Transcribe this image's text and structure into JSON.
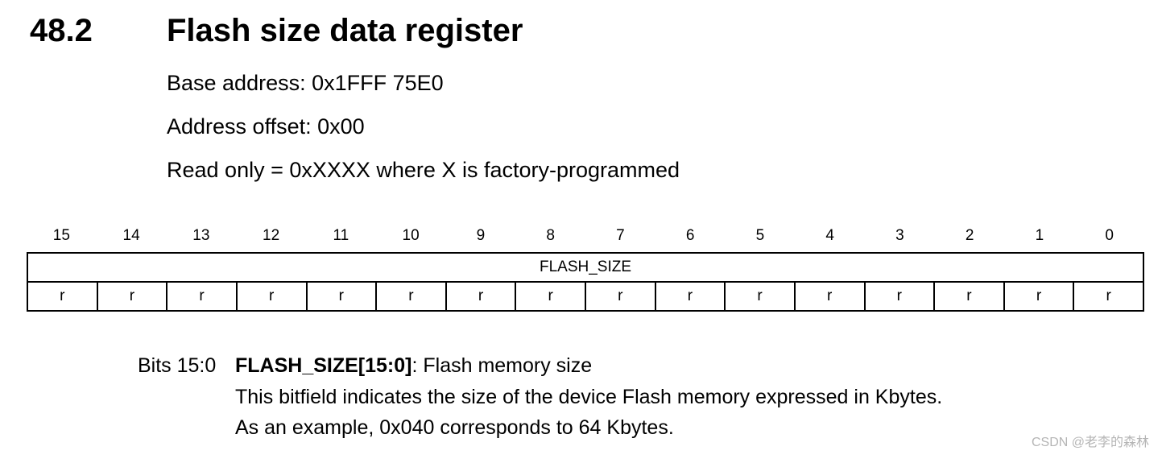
{
  "section": {
    "number": "48.2",
    "title": "Flash size data register"
  },
  "register": {
    "base_address": "Base address: 0x1FFF 75E0",
    "address_offset": "Address offset: 0x00",
    "reset_value": "Read only = 0xXXXX where X is factory-programmed",
    "bit_numbers": [
      "15",
      "14",
      "13",
      "12",
      "11",
      "10",
      "9",
      "8",
      "7",
      "6",
      "5",
      "4",
      "3",
      "2",
      "1",
      "0"
    ],
    "field_name": "FLASH_SIZE",
    "access": [
      "r",
      "r",
      "r",
      "r",
      "r",
      "r",
      "r",
      "r",
      "r",
      "r",
      "r",
      "r",
      "r",
      "r",
      "r",
      "r"
    ]
  },
  "description": {
    "bits": "Bits 15:0",
    "field": "FLASH_SIZE[15:0]",
    "summary": ": Flash memory size",
    "line1": "This bitfield indicates the size of the device Flash memory expressed in Kbytes.",
    "line2": "As an example, 0x040 corresponds to 64 Kbytes."
  },
  "watermark": "CSDN @老李的森林"
}
